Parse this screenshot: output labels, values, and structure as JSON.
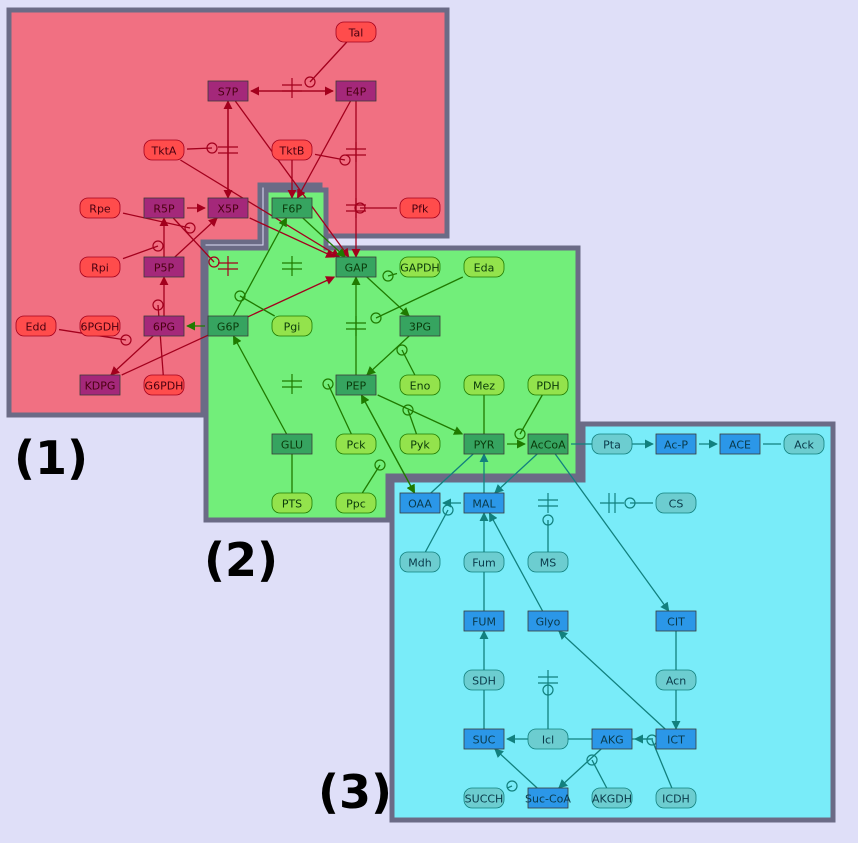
{
  "regions": [
    {
      "id": "r1",
      "label": "(1)",
      "fill": "#f17082",
      "stroke": "#6b6b86"
    },
    {
      "id": "r2",
      "label": "(2)",
      "fill": "#72ee7a",
      "stroke": "#6b6b86"
    },
    {
      "id": "r3",
      "label": "(3)",
      "fill": "#79ecf9",
      "stroke": "#6b6b86"
    }
  ],
  "colors": {
    "r1_species": "#a4287a",
    "r1_enzyme": "#ff4c4c",
    "r1_edge": "#a3001d",
    "r2_species": "#36a460",
    "r2_enzyme": "#93e34c",
    "r2_edge": "#1f7a00",
    "r3_species": "#2b97e8",
    "r3_enzyme": "#6ccdd0",
    "r3_edge": "#12807e"
  },
  "nodes": [
    {
      "id": "Tal",
      "label": "Tal",
      "kind": "enzyme",
      "region": "r1"
    },
    {
      "id": "S7P",
      "label": "S7P",
      "kind": "species",
      "region": "r1"
    },
    {
      "id": "E4P",
      "label": "E4P",
      "kind": "species",
      "region": "r1"
    },
    {
      "id": "TktA",
      "label": "TktA",
      "kind": "enzyme",
      "region": "r1"
    },
    {
      "id": "TktB",
      "label": "TktB",
      "kind": "enzyme",
      "region": "r1"
    },
    {
      "id": "Rpe",
      "label": "Rpe",
      "kind": "enzyme",
      "region": "r1"
    },
    {
      "id": "R5P",
      "label": "R5P",
      "kind": "species",
      "region": "r1"
    },
    {
      "id": "X5P",
      "label": "X5P",
      "kind": "species",
      "region": "r1"
    },
    {
      "id": "F6P",
      "label": "F6P",
      "kind": "species",
      "region": "r2"
    },
    {
      "id": "Pfk",
      "label": "Pfk",
      "kind": "enzyme",
      "region": "r1"
    },
    {
      "id": "Rpi",
      "label": "Rpi",
      "kind": "enzyme",
      "region": "r1"
    },
    {
      "id": "P5P",
      "label": "P5P",
      "kind": "species",
      "region": "r1"
    },
    {
      "id": "GAP",
      "label": "GAP",
      "kind": "species",
      "region": "r2"
    },
    {
      "id": "GAPDH",
      "label": "GAPDH",
      "kind": "enzyme",
      "region": "r2"
    },
    {
      "id": "Eda",
      "label": "Eda",
      "kind": "enzyme",
      "region": "r2"
    },
    {
      "id": "Edd",
      "label": "Edd",
      "kind": "enzyme",
      "region": "r1"
    },
    {
      "id": "6PGDH",
      "label": "6PGDH",
      "kind": "enzyme",
      "region": "r1"
    },
    {
      "id": "6PG",
      "label": "6PG",
      "kind": "species",
      "region": "r1"
    },
    {
      "id": "G6P",
      "label": "G6P",
      "kind": "species",
      "region": "r2"
    },
    {
      "id": "Pgi",
      "label": "Pgi",
      "kind": "enzyme",
      "region": "r2"
    },
    {
      "id": "3PG",
      "label": "3PG",
      "kind": "species",
      "region": "r2"
    },
    {
      "id": "KDPG",
      "label": "KDPG",
      "kind": "species",
      "region": "r1"
    },
    {
      "id": "G6PDH",
      "label": "G6PDH",
      "kind": "enzyme",
      "region": "r1"
    },
    {
      "id": "PEP",
      "label": "PEP",
      "kind": "species",
      "region": "r2"
    },
    {
      "id": "Eno",
      "label": "Eno",
      "kind": "enzyme",
      "region": "r2"
    },
    {
      "id": "Mez",
      "label": "Mez",
      "kind": "enzyme",
      "region": "r2"
    },
    {
      "id": "PDH",
      "label": "PDH",
      "kind": "enzyme",
      "region": "r2"
    },
    {
      "id": "GLU",
      "label": "GLU",
      "kind": "species",
      "region": "r2"
    },
    {
      "id": "Pck",
      "label": "Pck",
      "kind": "enzyme",
      "region": "r2"
    },
    {
      "id": "Pyk",
      "label": "Pyk",
      "kind": "enzyme",
      "region": "r2"
    },
    {
      "id": "PYR",
      "label": "PYR",
      "kind": "species",
      "region": "r2"
    },
    {
      "id": "AcCoA",
      "label": "AcCoA",
      "kind": "species",
      "region": "r2"
    },
    {
      "id": "Pta",
      "label": "Pta",
      "kind": "enzyme",
      "region": "r3"
    },
    {
      "id": "AcP",
      "label": "Ac-P",
      "kind": "species",
      "region": "r3"
    },
    {
      "id": "ACE",
      "label": "ACE",
      "kind": "species",
      "region": "r3"
    },
    {
      "id": "Ack",
      "label": "Ack",
      "kind": "enzyme",
      "region": "r3"
    },
    {
      "id": "PTS",
      "label": "PTS",
      "kind": "enzyme",
      "region": "r2"
    },
    {
      "id": "Ppc",
      "label": "Ppc",
      "kind": "enzyme",
      "region": "r2"
    },
    {
      "id": "OAA",
      "label": "OAA",
      "kind": "species",
      "region": "r3"
    },
    {
      "id": "MAL",
      "label": "MAL",
      "kind": "species",
      "region": "r3"
    },
    {
      "id": "CS",
      "label": "CS",
      "kind": "enzyme",
      "region": "r3"
    },
    {
      "id": "Mdh",
      "label": "Mdh",
      "kind": "enzyme",
      "region": "r3"
    },
    {
      "id": "Fum",
      "label": "Fum",
      "kind": "enzyme",
      "region": "r3"
    },
    {
      "id": "MS",
      "label": "MS",
      "kind": "enzyme",
      "region": "r3"
    },
    {
      "id": "FUM",
      "label": "FUM",
      "kind": "species",
      "region": "r3"
    },
    {
      "id": "Glyo",
      "label": "Glyo",
      "kind": "species",
      "region": "r3"
    },
    {
      "id": "CIT",
      "label": "CIT",
      "kind": "species",
      "region": "r3"
    },
    {
      "id": "SDH",
      "label": "SDH",
      "kind": "enzyme",
      "region": "r3"
    },
    {
      "id": "Acn",
      "label": "Acn",
      "kind": "enzyme",
      "region": "r3"
    },
    {
      "id": "SUC",
      "label": "SUC",
      "kind": "species",
      "region": "r3"
    },
    {
      "id": "Icl",
      "label": "Icl",
      "kind": "enzyme",
      "region": "r3"
    },
    {
      "id": "AKG",
      "label": "AKG",
      "kind": "species",
      "region": "r3"
    },
    {
      "id": "ICT",
      "label": "ICT",
      "kind": "species",
      "region": "r3"
    },
    {
      "id": "SUCCH",
      "label": "SUCCH",
      "kind": "enzyme",
      "region": "r3"
    },
    {
      "id": "SucCoA",
      "label": "Suc-CoA",
      "kind": "species",
      "region": "r3"
    },
    {
      "id": "AKGDH",
      "label": "AKGDH",
      "kind": "enzyme",
      "region": "r3"
    },
    {
      "id": "ICDH",
      "label": "ICDH",
      "kind": "enzyme",
      "region": "r3"
    }
  ]
}
